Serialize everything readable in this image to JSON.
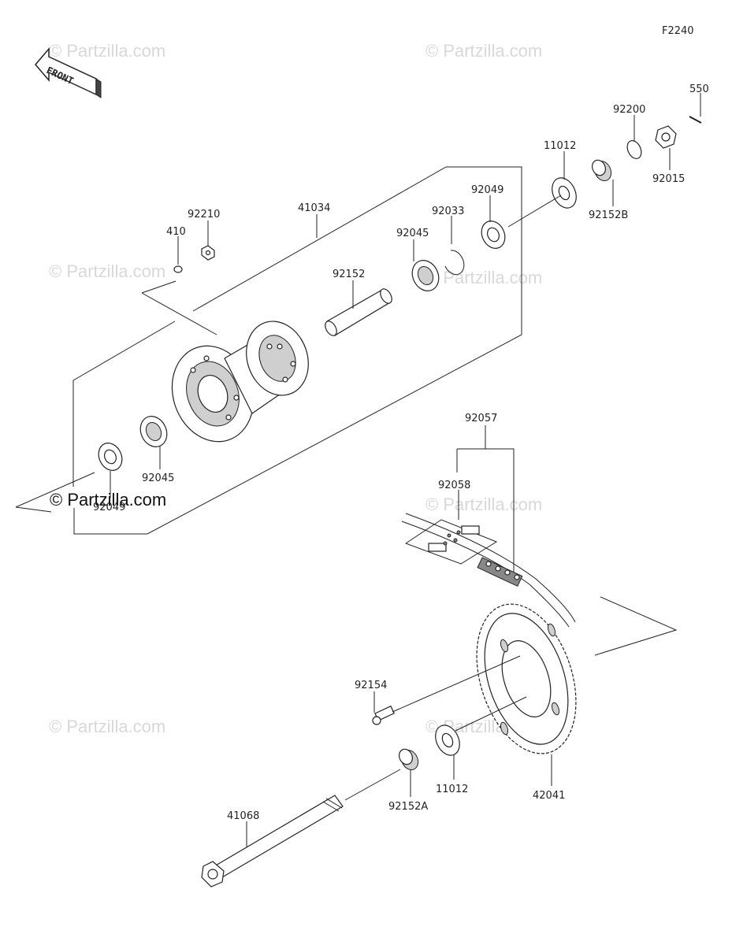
{
  "figure_code": "F2240",
  "front_label": "FRONT",
  "watermark_text": "© Partzilla.com",
  "parts": {
    "p550": "550",
    "p92200": "92200",
    "p92015": "92015",
    "p11012_top": "11012",
    "p92152B": "92152B",
    "p92049_top": "92049",
    "p92033": "92033",
    "p92045_top": "92045",
    "p41034": "41034",
    "p92210": "92210",
    "p410": "410",
    "p92152": "92152",
    "p92045_bottom": "92045",
    "p92049_bottom": "92049",
    "p92057": "92057",
    "p92058": "92058",
    "p92154": "92154",
    "p11012_bottom": "11012",
    "p42041": "42041",
    "p92152A": "92152A",
    "p41068": "41068"
  }
}
